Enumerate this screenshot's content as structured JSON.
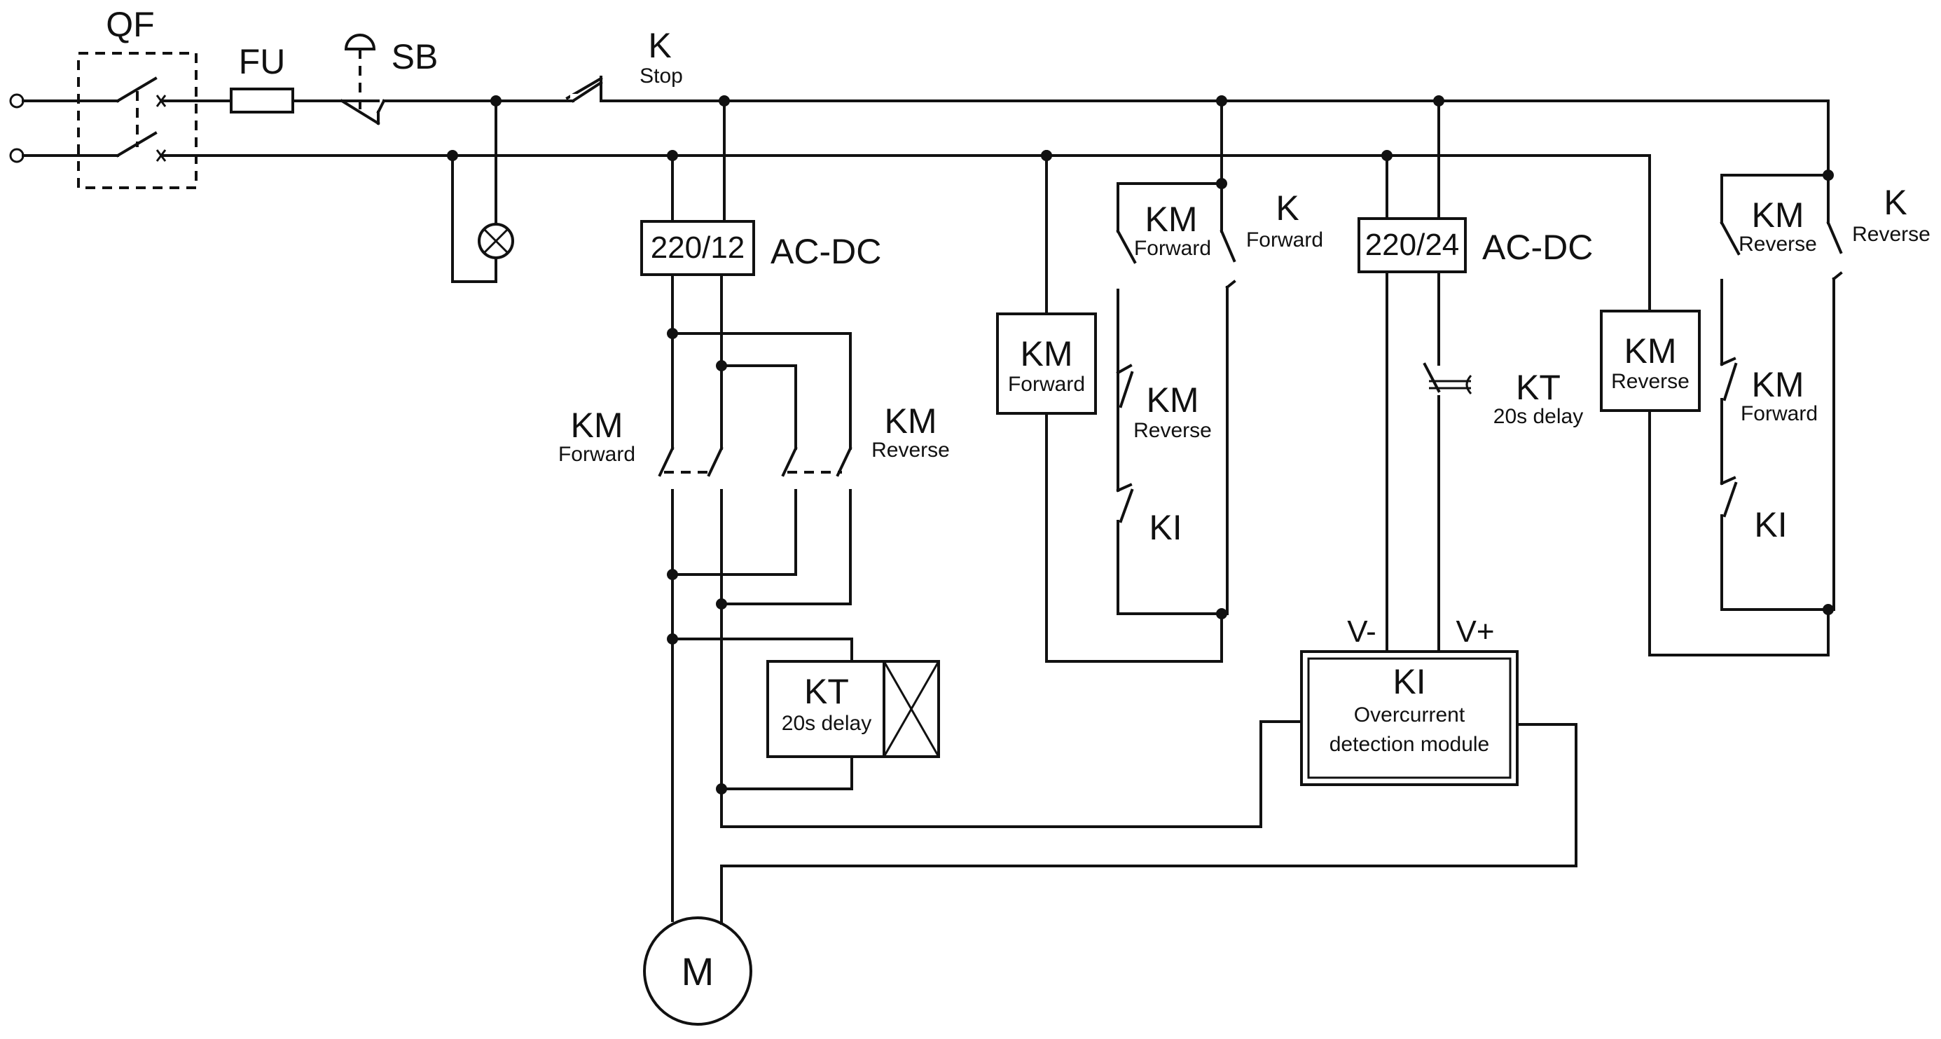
{
  "labels": {
    "qf": "QF",
    "fu": "FU",
    "sb": "SB",
    "k_top": "K",
    "stop": "Stop",
    "psu1": "220/12",
    "acdc1": "AC-DC",
    "psu2": "220/24",
    "acdc2": "AC-DC",
    "km": "KM",
    "forward": "Forward",
    "reverse": "Reverse",
    "k": "K",
    "ki": "KI",
    "kt": "KT",
    "delay": "20s delay",
    "v_minus": "V-",
    "v_plus": "V+",
    "ki_title": "KI",
    "ki_line1": "Overcurrent",
    "ki_line2": "detection module",
    "motor": "M"
  }
}
